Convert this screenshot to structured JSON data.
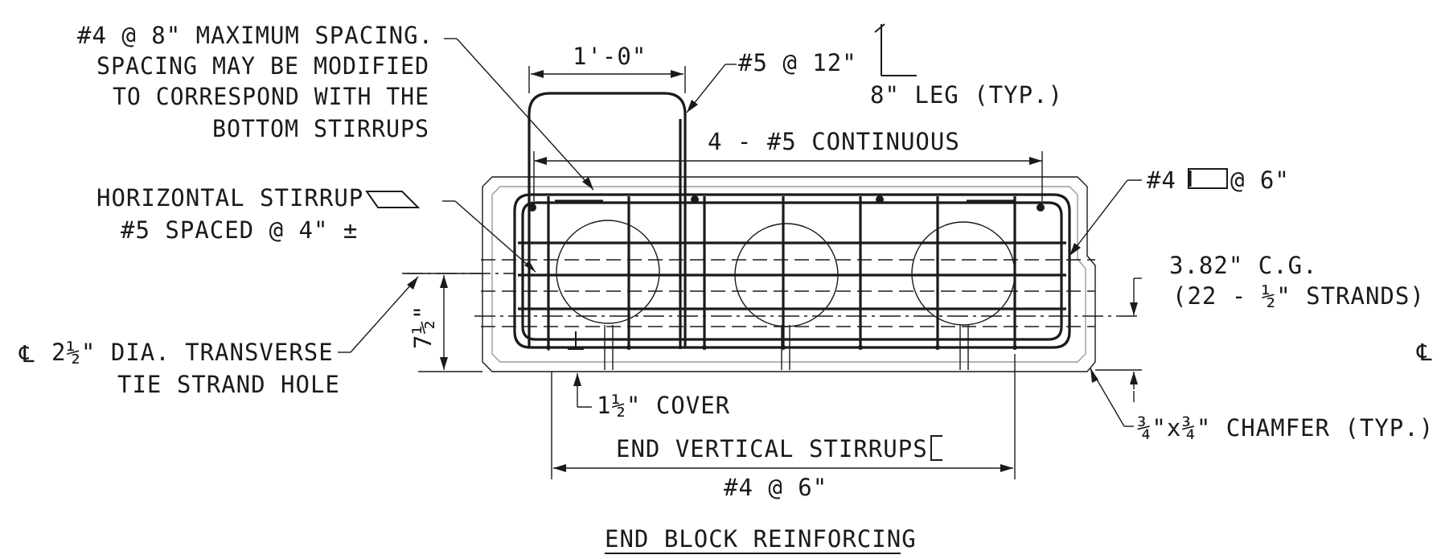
{
  "drawing": {
    "title": "END BLOCK REINFORCING",
    "centerline_symbol": "℄",
    "notes": {
      "top_stirrup_line1": "#4 @ 8\" MAXIMUM SPACING.",
      "top_stirrup_line2": "SPACING MAY BE MODIFIED",
      "top_stirrup_line3": "TO CORRESPOND WITH THE",
      "top_stirrup_line4": "BOTTOM STIRRUPS",
      "horizontal_stirrup_line1": "HORIZONTAL STIRRUP",
      "horizontal_stirrup_line2": "#5 SPACED @ 4\" ±",
      "tie_hole_line1": "2½\" DIA. TRANSVERSE",
      "tie_hole_line2": "TIE STRAND HOLE",
      "cover": "1½\" COVER",
      "end_vertical_stirrups": "END VERTICAL STIRRUPS",
      "end_vertical_spacing": "#4 @ 6\"",
      "width_dim": "1'-0\"",
      "bent_bar": "#5 @ 12\"",
      "leg": "8\" LEG (TYP.)",
      "continuous": "4 - #5 CONTINUOUS",
      "closed_stirrup_a": "#4",
      "closed_stirrup_b": "@ 6\"",
      "cg_line1": "3.82\" C.G.",
      "cg_line2": "(22 - ½\" STRANDS)",
      "chamfer": "¾\"x¾\" CHAMFER (TYP.)",
      "height_dim": "7½\""
    }
  }
}
